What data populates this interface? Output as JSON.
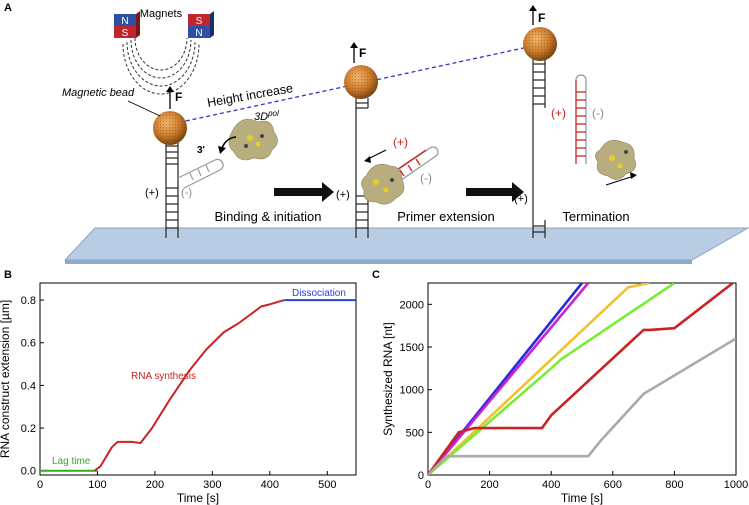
{
  "panel_a": {
    "panel_letter": "A",
    "magnets_label": "Magnets",
    "magnet_left": {
      "top": "N",
      "bottom": "S"
    },
    "magnet_right": {
      "top": "S",
      "bottom": "N"
    },
    "magnetic_bead_label": "Magnetic bead",
    "force_label": "F",
    "height_increase_label": "Height increase",
    "polymerase_label": "3D",
    "polymerase_superscript": "pol",
    "three_prime_label": "3'",
    "plus_label": "(+)",
    "minus_label": "(-)",
    "step_labels": [
      "Binding & initiation",
      "Primer extension",
      "Termination"
    ],
    "colors": {
      "bead": "#c97a2a",
      "red_strand": "#cc2222",
      "grey_strand": "#888888",
      "dashed_line": "#3333cc",
      "surface": "#b8cde4",
      "magnet_blue": "#2e4fa3",
      "magnet_red": "#c0262d",
      "polymerase": "#b7ad7e"
    }
  },
  "panel_b": {
    "panel_letter": "B",
    "annotations": [
      "Dissociation",
      "RNA synthesis",
      "Lag time"
    ],
    "annotation_colors": [
      "#2244dd",
      "#cc2222",
      "#33aa22"
    ]
  },
  "panel_c": {
    "panel_letter": "C"
  },
  "chart_data": [
    {
      "type": "line",
      "title": "",
      "xlabel": "Time [s]",
      "ylabel": "RNA construct extension [µm]",
      "xlim": [
        0,
        550
      ],
      "ylim": [
        -0.02,
        0.88
      ],
      "xticks": [
        0,
        100,
        200,
        300,
        400,
        500
      ],
      "yticks": [
        0.0,
        0.2,
        0.4,
        0.6,
        0.8
      ],
      "ytick_labels": [
        "0.0",
        "0.2",
        "0.4",
        "0.6",
        "0.8"
      ],
      "grid": false,
      "series": [
        {
          "name": "Lag time",
          "color": "#33aa22",
          "x": [
            0,
            100
          ],
          "y": [
            0.0,
            0.0
          ]
        },
        {
          "name": "RNA synthesis",
          "color": "#cc2222",
          "x": [
            95,
            105,
            125,
            135,
            160,
            175,
            195,
            225,
            260,
            290,
            320,
            345,
            365,
            385,
            400,
            425
          ],
          "y": [
            0.0,
            0.02,
            0.11,
            0.135,
            0.135,
            0.13,
            0.2,
            0.33,
            0.47,
            0.57,
            0.65,
            0.69,
            0.73,
            0.77,
            0.78,
            0.8
          ]
        },
        {
          "name": "Dissociation",
          "color": "#2244dd",
          "x": [
            425,
            550
          ],
          "y": [
            0.8,
            0.8
          ]
        }
      ]
    },
    {
      "type": "line",
      "title": "",
      "xlabel": "Time [s]",
      "ylabel": "Synthesized RNA [nt]",
      "xlim": [
        0,
        1000
      ],
      "ylim": [
        0,
        2250
      ],
      "xticks": [
        0,
        200,
        400,
        600,
        800,
        1000
      ],
      "yticks": [
        0,
        500,
        1000,
        1500,
        2000
      ],
      "grid": false,
      "series": [
        {
          "color": "#2a2ae0",
          "x": [
            0,
            500
          ],
          "y": [
            0,
            2250
          ]
        },
        {
          "color": "#cc22cc",
          "x": [
            0,
            520
          ],
          "y": [
            0,
            2250
          ]
        },
        {
          "color": "#f2c12e",
          "x": [
            0,
            650,
            690,
            720
          ],
          "y": [
            0,
            2200,
            2230,
            2250
          ]
        },
        {
          "color": "#77ee33",
          "x": [
            0,
            400,
            430,
            800
          ],
          "y": [
            0,
            1250,
            1350,
            2250
          ]
        },
        {
          "color": "#cc2222",
          "x": [
            0,
            100,
            150,
            370,
            400,
            700,
            720,
            800,
            990
          ],
          "y": [
            0,
            500,
            550,
            550,
            700,
            1700,
            1700,
            1720,
            2250
          ]
        },
        {
          "color": "#aaaaaa",
          "x": [
            0,
            60,
            520,
            560,
            700,
            1000
          ],
          "y": [
            0,
            220,
            220,
            400,
            950,
            1600
          ]
        }
      ]
    }
  ]
}
